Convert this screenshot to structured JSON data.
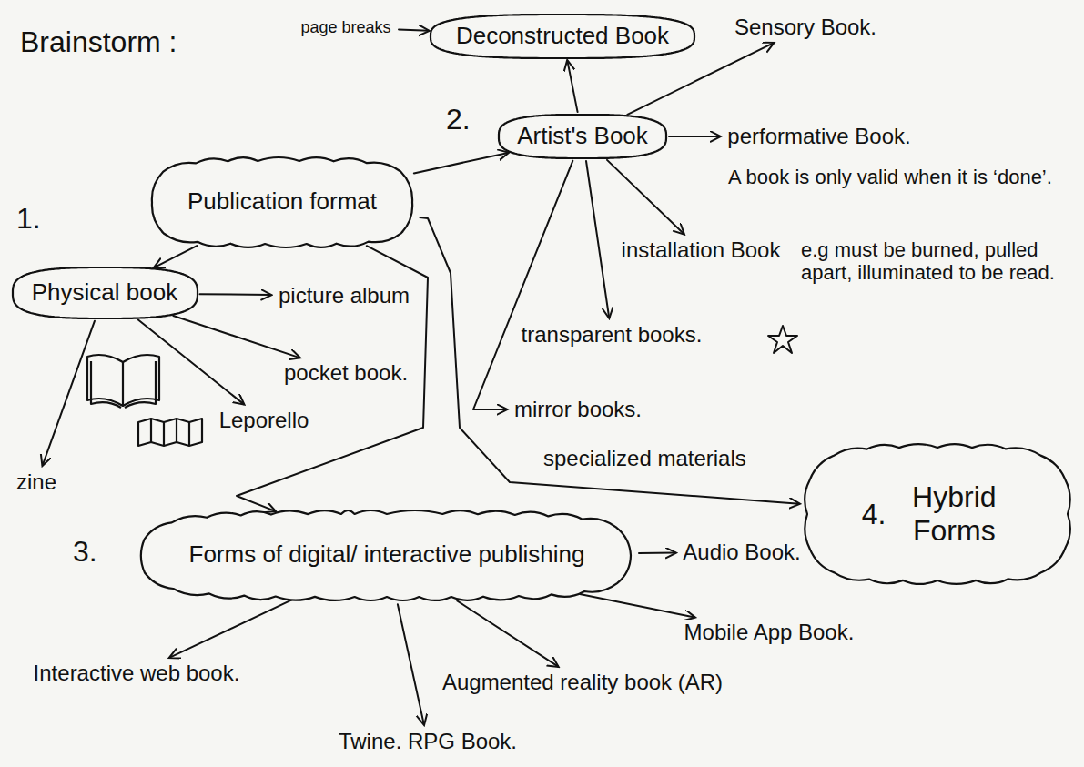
{
  "diagram": {
    "title": "Brainstorm :",
    "nodes": [
      {
        "text": [
          "page breaks"
        ]
      },
      {
        "text": [
          "Deconstructed Book"
        ]
      },
      {
        "text": [
          "Sensory Book."
        ]
      },
      {
        "text": [
          "Artist's Book"
        ]
      },
      {
        "text": [
          "performative Book."
        ]
      },
      {
        "text": [
          "Publication format"
        ]
      },
      {
        "text": [
          "Physical book"
        ]
      },
      {
        "text": [
          "picture album"
        ]
      },
      {
        "text": [
          "installation Book"
        ]
      },
      {
        "text": [
          "pocket book."
        ]
      },
      {
        "text": [
          "transparent books."
        ]
      },
      {
        "text": [
          "zine"
        ]
      },
      {
        "text": [
          "Leporello"
        ]
      },
      {
        "text": [
          "mirror books."
        ]
      },
      {
        "text": [
          "4.",
          "Hybrid Forms"
        ]
      },
      {
        "text": [
          "Forms of digital/ interactive publishing"
        ]
      },
      {
        "text": [
          "Audio Book."
        ]
      },
      {
        "text": [
          "Mobile App Book."
        ]
      },
      {
        "text": [
          "Interactive web book."
        ]
      },
      {
        "text": [
          "Augmented reality book (AR)"
        ]
      },
      {
        "text": [
          "Twine. RPG Book."
        ]
      }
    ],
    "edges": [
      {
        "from": 5,
        "to": 6,
        "arrow": "to"
      },
      {
        "from": 5,
        "to": 3,
        "arrow": "to"
      },
      {
        "from": 5,
        "to": 15,
        "arrow": "to"
      },
      {
        "from": 5,
        "to": 14,
        "arrow": "to"
      },
      {
        "from": 0,
        "to": 1,
        "arrow": "to"
      },
      {
        "from": 3,
        "to": 1,
        "arrow": "to"
      },
      {
        "from": 3,
        "to": 2,
        "arrow": "to"
      },
      {
        "from": 3,
        "to": 4,
        "arrow": "to"
      },
      {
        "from": 3,
        "to": 8,
        "arrow": "to"
      },
      {
        "from": 3,
        "to": 10,
        "arrow": "to"
      },
      {
        "from": 3,
        "to": 13,
        "arrow": "to"
      },
      {
        "from": 6,
        "to": 7,
        "arrow": "to"
      },
      {
        "from": 6,
        "to": 9,
        "arrow": "to"
      },
      {
        "from": 6,
        "to": 12,
        "arrow": "to"
      },
      {
        "from": 6,
        "to": 11,
        "arrow": "to"
      },
      {
        "from": 15,
        "to": 16,
        "arrow": "to"
      },
      {
        "from": 15,
        "to": 17,
        "arrow": "to"
      },
      {
        "from": 15,
        "to": 18,
        "arrow": "to"
      },
      {
        "from": 15,
        "to": 19,
        "arrow": "to"
      },
      {
        "from": 15,
        "to": 20,
        "arrow": "to"
      }
    ],
    "labels": [
      "1.",
      "2.",
      "3.",
      "specialized materials",
      "A book is only valid when it is ‘done’.",
      "e.g must be burned, pulled apart, illuminated to be read."
    ]
  }
}
